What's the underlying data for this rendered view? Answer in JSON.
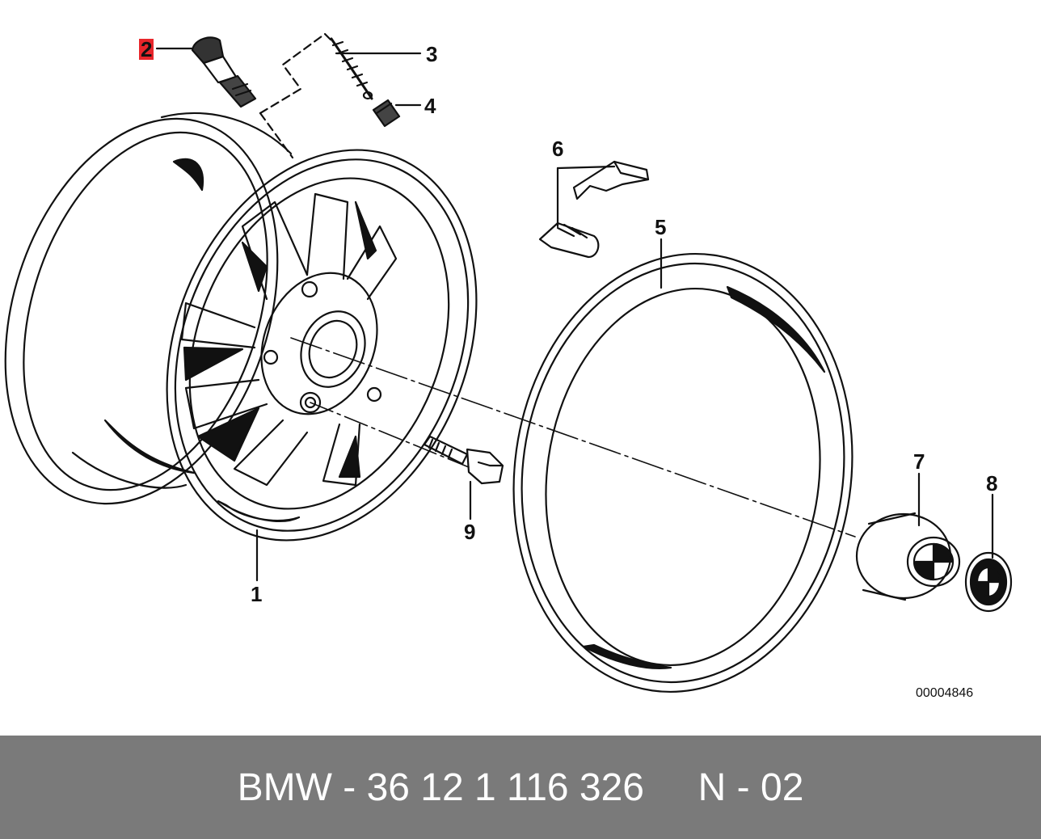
{
  "callouts": {
    "c1": "1",
    "c2": "2",
    "c3": "3",
    "c4": "4",
    "c5": "5",
    "c6": "6",
    "c7": "7",
    "c8": "8",
    "c9": "9"
  },
  "drawing_number": "00004846",
  "footer": {
    "text": "BMW - 36 12 1 116 326     N - 02"
  },
  "colors": {
    "highlight": "#e8262b",
    "footer_bg": "#7a7a7a",
    "footer_text": "#ffffff"
  }
}
